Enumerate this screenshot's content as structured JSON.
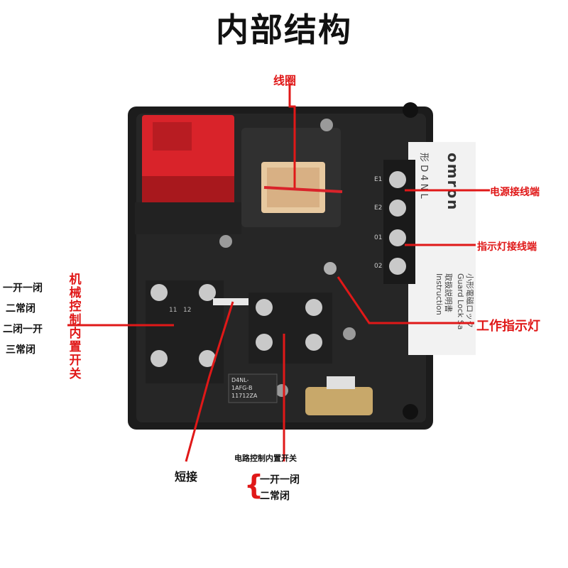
{
  "title": "内部结构",
  "labels": {
    "coil": "线圈",
    "power_terminal": "电源接线端",
    "indicator_terminal": "指示灯接线端",
    "work_light": "工作指示灯",
    "mech_switch": "机械控制内置开关",
    "mech_opt1": "一开一闭",
    "mech_opt2": "二常闭",
    "mech_opt3": "二闭一开",
    "mech_opt4": "三常闭",
    "short_link": "短接",
    "circuit_switch": "电路控制内置开关",
    "circuit_opt1": "一开一闭",
    "circuit_opt2": "二常闭"
  },
  "device": {
    "brand": "omron",
    "model_line1": "D4NL-",
    "model_line2": "1AFG-B",
    "model_line3": "11712ZA",
    "terminal_e1": "E1",
    "terminal_e2": "E2",
    "terminal_01": "01",
    "terminal_02": "02",
    "side_text1": "形 D 4 N L",
    "side_text2": "小形電磁ロック",
    "side_text3": "Guard Lock Sa",
    "side_text4": "取扱説明書",
    "side_text5": "Instruction",
    "contact_11": "11",
    "contact_12": "12"
  },
  "colors": {
    "label_red": "#e01818",
    "housing": "#1c1c1c",
    "actuator": "#d9232a"
  }
}
